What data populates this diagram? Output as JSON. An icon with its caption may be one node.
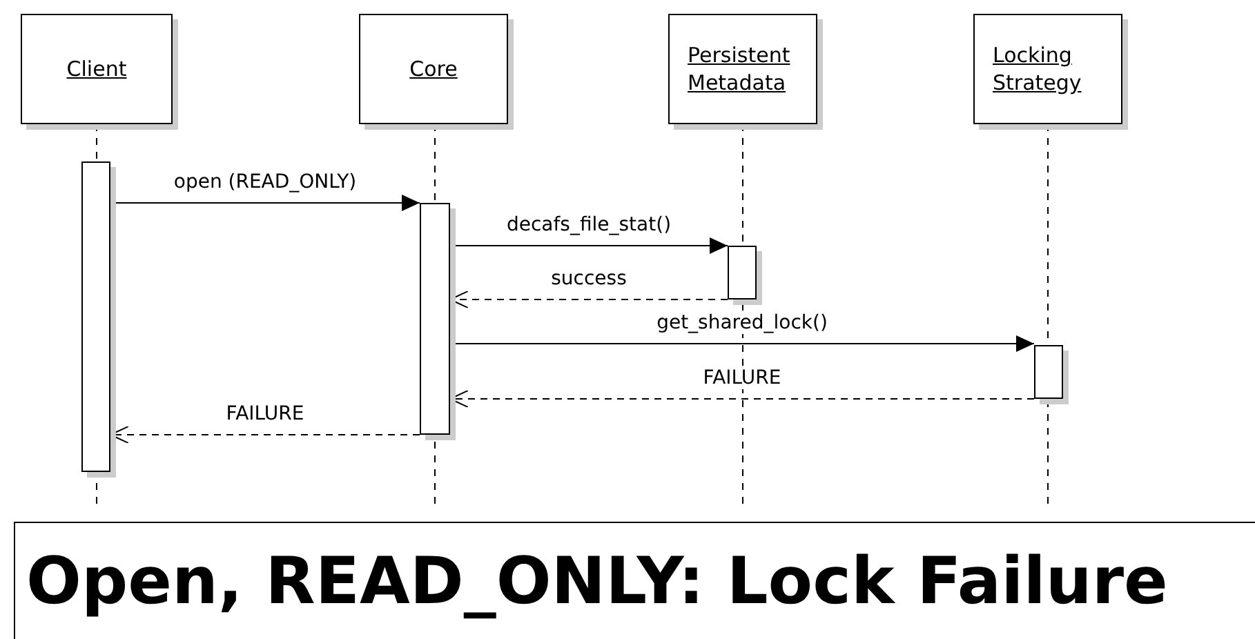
{
  "diagram": {
    "title": "Open, READ_ONLY: Lock Failure",
    "nodes": [
      {
        "text": [
          "Client"
        ]
      },
      {
        "text": [
          "Core"
        ]
      },
      {
        "text": [
          "Persistent Metadata"
        ]
      },
      {
        "text": [
          "Locking Strategy"
        ]
      },
      {
        "text": [],
        "shape": "bar"
      },
      {
        "text": [],
        "shape": "bar"
      },
      {
        "text": [],
        "shape": "bar"
      },
      {
        "text": [],
        "shape": "bar"
      }
    ],
    "edges": [
      {
        "from": 4,
        "to": 5,
        "arrow": "to",
        "label": "open (READ_ONLY)"
      },
      {
        "from": 5,
        "to": 6,
        "arrow": "to",
        "label": "decafs_file_stat()"
      },
      {
        "from": 6,
        "to": 5,
        "arrow": "to",
        "label": "success",
        "style": "dashed"
      },
      {
        "from": 5,
        "to": 7,
        "arrow": "to",
        "label": "get_shared_lock()"
      },
      {
        "from": 7,
        "to": 5,
        "arrow": "to",
        "label": "FAILURE",
        "style": "dashed"
      },
      {
        "from": 5,
        "to": 4,
        "arrow": "to",
        "label": "FAILURE",
        "style": "dashed"
      }
    ]
  }
}
